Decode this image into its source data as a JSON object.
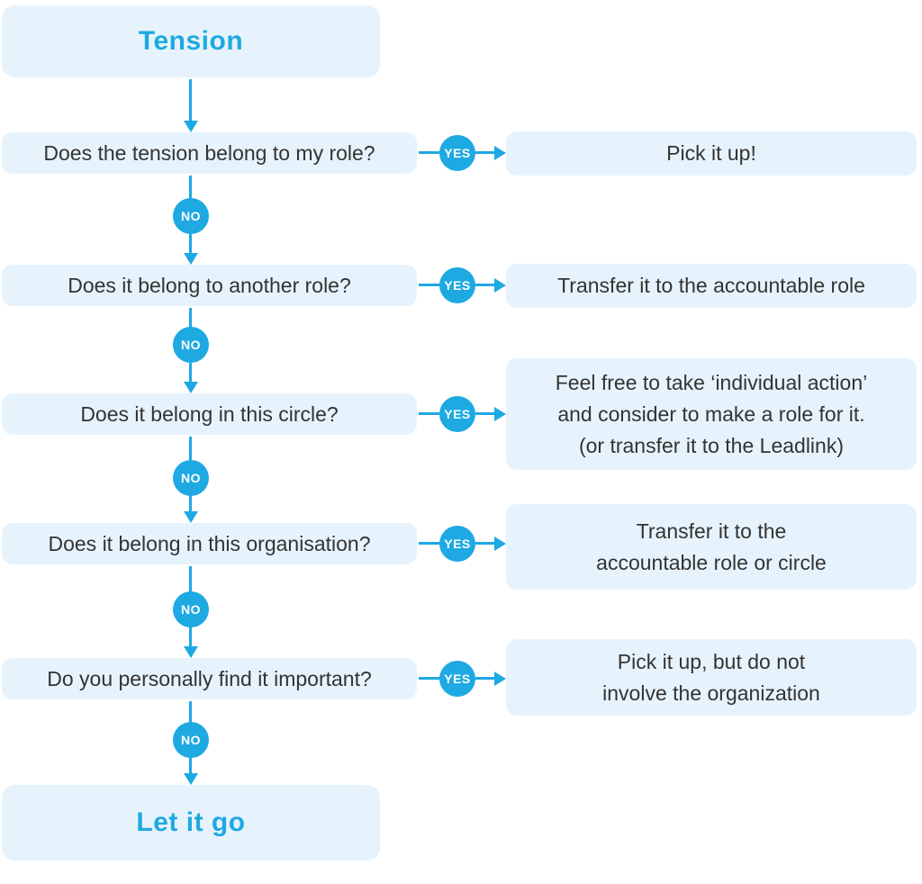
{
  "palette": {
    "accent": "#1ea9e2",
    "node_background": "#e7f3fc",
    "question_text": "#333333",
    "badge_text": "#ffffff"
  },
  "flow": {
    "start_label": "Tension",
    "end_label": "Let it go",
    "yes_label": "YES",
    "no_label": "NO",
    "steps": [
      {
        "question": "Does the tension belong to my role?",
        "answer_lines": [
          "Pick it up!"
        ]
      },
      {
        "question": "Does it belong to another role?",
        "answer_lines": [
          "Transfer it to the accountable role"
        ]
      },
      {
        "question": "Does it belong in this circle?",
        "answer_lines": [
          "Feel free to take ‘individual action’",
          "and consider to make a role for it.",
          "(or transfer it to the Leadlink)"
        ]
      },
      {
        "question": "Does it belong in this organisation?",
        "answer_lines": [
          "Transfer it to the",
          "accountable role or circle"
        ]
      },
      {
        "question": "Do you personally find it important?",
        "answer_lines": [
          "Pick it up, but do not",
          "involve the organization"
        ]
      }
    ]
  }
}
